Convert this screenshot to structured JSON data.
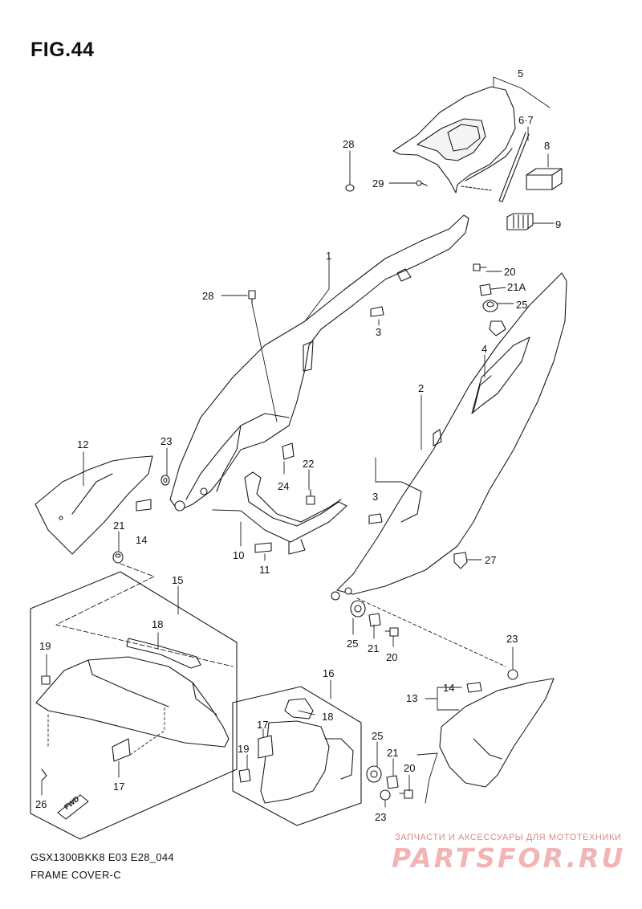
{
  "figure": {
    "title": "FIG.44",
    "model_code": "GSX1300BKK8 E03 E28_044",
    "section_name": "FRAME COVER-C"
  },
  "watermark": {
    "caption": "ЗАПЧАСТИ И АКСЕССУАРЫ ДЛЯ МОТОТЕХНИКИ",
    "brand": "PARTSFOR.RU",
    "color": "#f2b4b4"
  },
  "direction_marker": "FWD",
  "part_callouts": [
    {
      "key": "p5",
      "label": "5"
    },
    {
      "key": "p6_7",
      "label": "6·7"
    },
    {
      "key": "p8",
      "label": "8"
    },
    {
      "key": "p28a",
      "label": "28"
    },
    {
      "key": "p29",
      "label": "29"
    },
    {
      "key": "p9",
      "label": "9"
    },
    {
      "key": "p1",
      "label": "1"
    },
    {
      "key": "p20a",
      "label": "20"
    },
    {
      "key": "p21A",
      "label": "21A"
    },
    {
      "key": "p28b",
      "label": "28"
    },
    {
      "key": "p25a",
      "label": "25"
    },
    {
      "key": "p3a",
      "label": "3"
    },
    {
      "key": "p4",
      "label": "4"
    },
    {
      "key": "p2",
      "label": "2"
    },
    {
      "key": "p12",
      "label": "12"
    },
    {
      "key": "p23a",
      "label": "23"
    },
    {
      "key": "p22",
      "label": "22"
    },
    {
      "key": "p24",
      "label": "24"
    },
    {
      "key": "p3b",
      "label": "3"
    },
    {
      "key": "p14a",
      "label": "14"
    },
    {
      "key": "p21a",
      "label": "21"
    },
    {
      "key": "p10",
      "label": "10"
    },
    {
      "key": "p11",
      "label": "11"
    },
    {
      "key": "p27",
      "label": "27"
    },
    {
      "key": "p15",
      "label": "15"
    },
    {
      "key": "p18a",
      "label": "18"
    },
    {
      "key": "p19a",
      "label": "19"
    },
    {
      "key": "p25b",
      "label": "25"
    },
    {
      "key": "p21b",
      "label": "21"
    },
    {
      "key": "p20b",
      "label": "20"
    },
    {
      "key": "p23b",
      "label": "23"
    },
    {
      "key": "p16",
      "label": "16"
    },
    {
      "key": "p14b",
      "label": "14"
    },
    {
      "key": "p13",
      "label": "13"
    },
    {
      "key": "p18b",
      "label": "18"
    },
    {
      "key": "p17a",
      "label": "17"
    },
    {
      "key": "p25c",
      "label": "25"
    },
    {
      "key": "p19b",
      "label": "19"
    },
    {
      "key": "p21c",
      "label": "21"
    },
    {
      "key": "p20c",
      "label": "20"
    },
    {
      "key": "p17b",
      "label": "17"
    },
    {
      "key": "p26",
      "label": "26"
    },
    {
      "key": "p23c",
      "label": "23"
    }
  ]
}
